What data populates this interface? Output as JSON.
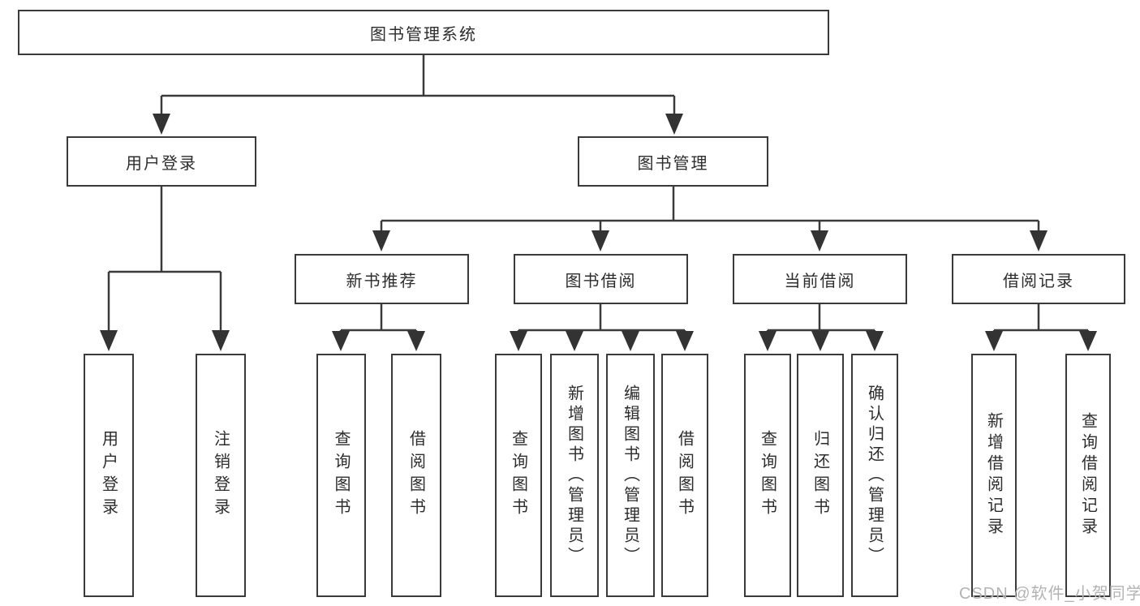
{
  "diagram": {
    "root": "图书管理系统",
    "branches": [
      {
        "label": "用户登录",
        "leaves": [
          "用户登录",
          "注销登录"
        ]
      },
      {
        "label": "图书管理",
        "groups": [
          {
            "label": "新书推荐",
            "leaves": [
              "查询图书",
              "借阅图书"
            ]
          },
          {
            "label": "图书借阅",
            "leaves": [
              "查询图书",
              "新增图书（管理员）",
              "编辑图书（管理员）",
              "借阅图书"
            ]
          },
          {
            "label": "当前借阅",
            "leaves": [
              "查询图书",
              "归还图书",
              "确认归还（管理员）"
            ]
          },
          {
            "label": "借阅记录",
            "leaves": [
              "新增借阅记录",
              "查询借阅记录"
            ]
          }
        ]
      }
    ]
  },
  "watermark": "CSDN @软件_小贺同学",
  "colors": {
    "line": "#3a3a3a",
    "box_border": "#3a3a3a",
    "text": "#2d2d2d",
    "watermark": "#b3b3b3",
    "background": "#ffffff"
  }
}
